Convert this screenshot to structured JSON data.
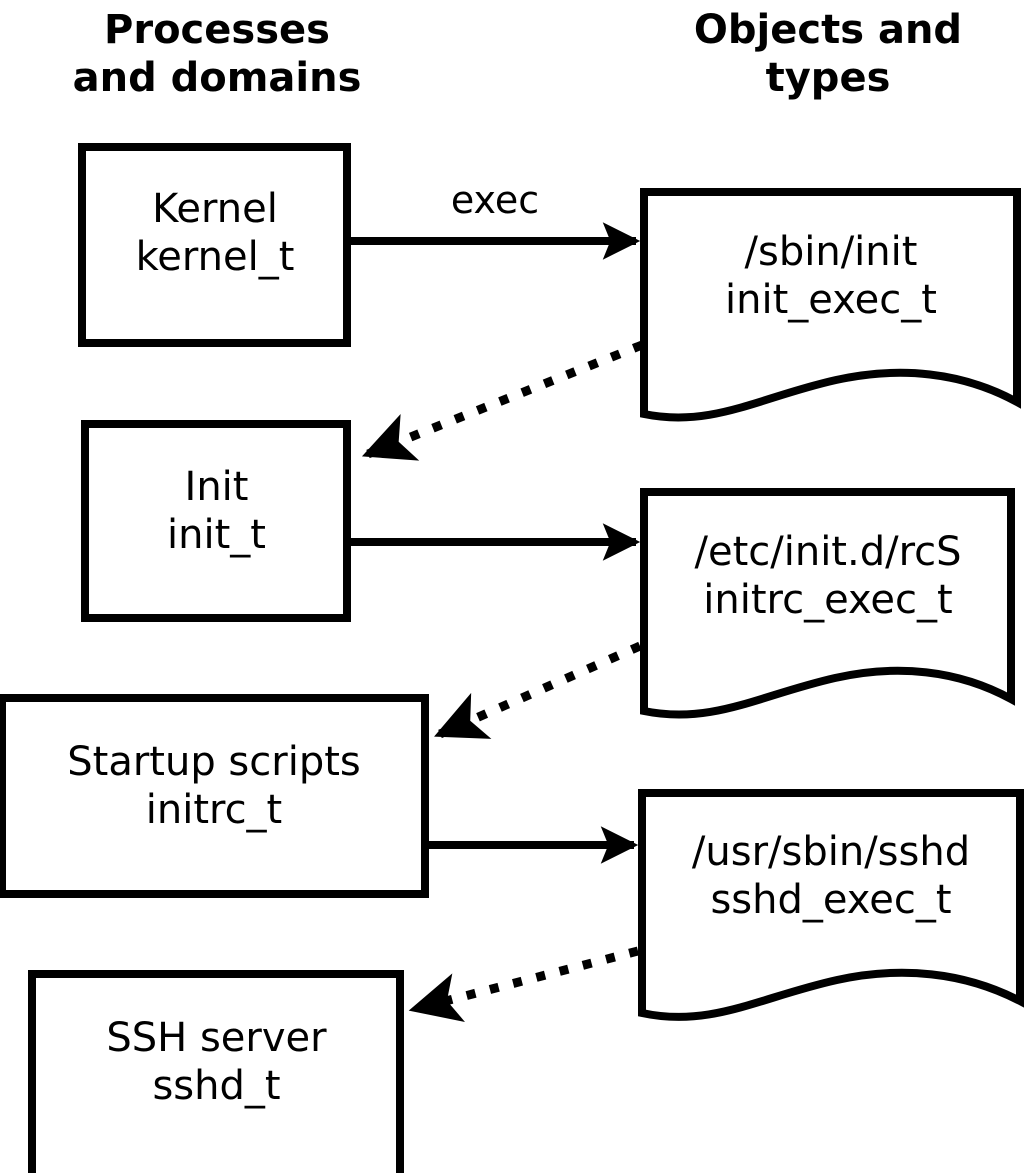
{
  "diagram": {
    "title_left": "Processes\nand domains",
    "title_right": "Objects and\ntypes",
    "background_color": "#ffffff",
    "stroke_color": "#000000"
  },
  "columns": [
    {
      "id": "processes",
      "heading": "Processes\nand domains"
    },
    {
      "id": "objects",
      "heading": "Objects and\ntypes"
    }
  ],
  "process_nodes": [
    {
      "id": "kernel",
      "shape": "rectangle",
      "line1": "Kernel",
      "line2": "kernel_t",
      "text": "Kernel\nkernel_t"
    },
    {
      "id": "init",
      "shape": "rectangle",
      "line1": "Init",
      "line2": "init_t",
      "text": "Init\ninit_t"
    },
    {
      "id": "initrc",
      "shape": "rectangle",
      "line1": "Startup scripts",
      "line2": "initrc_t",
      "text": "Startup scripts\ninitrc_t"
    },
    {
      "id": "sshd",
      "shape": "rectangle",
      "line1": "SSH server",
      "line2": "sshd_t",
      "text": "SSH server\nsshd_t"
    }
  ],
  "object_nodes": [
    {
      "id": "init_exec",
      "shape": "document",
      "line1": "/sbin/init",
      "line2": "init_exec_t",
      "text": "/sbin/init\ninit_exec_t"
    },
    {
      "id": "initrc_exec",
      "shape": "document",
      "line1": "/etc/init.d/rcS",
      "line2": "initrc_exec_t",
      "text": "/etc/init.d/rcS\ninitrc_exec_t"
    },
    {
      "id": "sshd_exec",
      "shape": "document",
      "line1": "/usr/sbin/sshd",
      "line2": "sshd_exec_t",
      "text": "/usr/sbin/sshd\nsshd_exec_t"
    }
  ],
  "edges": [
    {
      "id": "kernel-to-init-exec",
      "from": "kernel",
      "to": "init_exec",
      "style": "solid",
      "label": "exec"
    },
    {
      "id": "init-exec-to-init",
      "from": "init_exec",
      "to": "init",
      "style": "dotted",
      "label": ""
    },
    {
      "id": "init-to-initrc-exec",
      "from": "init",
      "to": "initrc_exec",
      "style": "solid",
      "label": ""
    },
    {
      "id": "initrc-exec-to-initrc",
      "from": "initrc_exec",
      "to": "initrc",
      "style": "dotted",
      "label": ""
    },
    {
      "id": "initrc-to-sshd-exec",
      "from": "initrc",
      "to": "sshd_exec",
      "style": "solid",
      "label": ""
    },
    {
      "id": "sshd-exec-to-sshd",
      "from": "sshd_exec",
      "to": "sshd",
      "style": "dotted",
      "label": ""
    }
  ],
  "edge_labels": {
    "exec": "exec"
  }
}
